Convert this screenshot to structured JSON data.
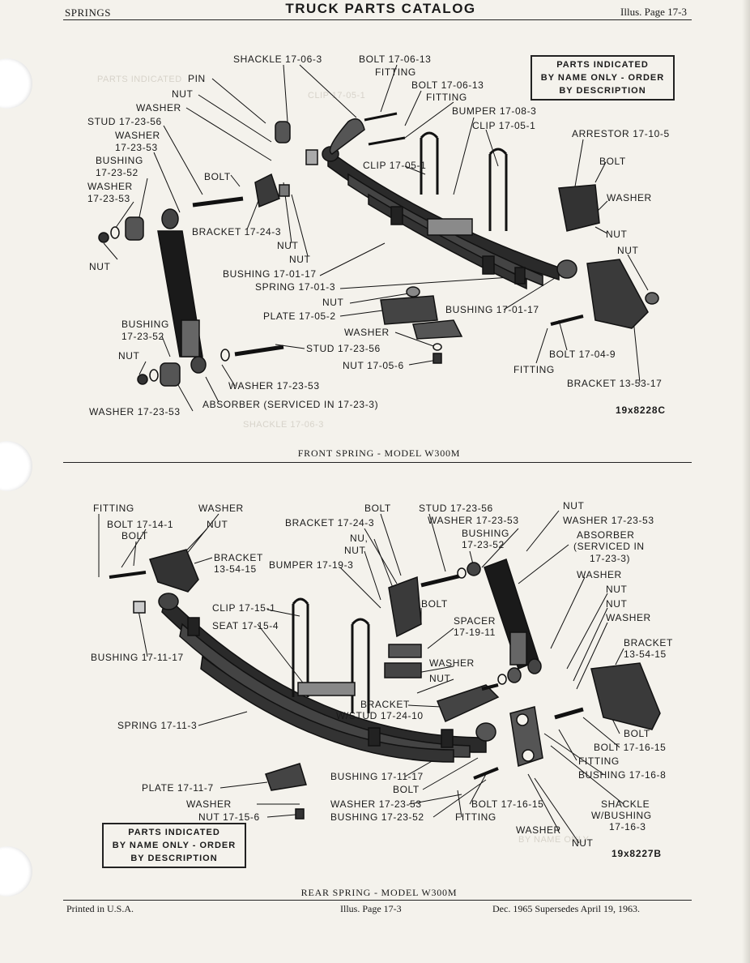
{
  "header": {
    "section": "SPRINGS",
    "title": "TRUCK PARTS CATALOG",
    "page": "Illus. Page 17-3"
  },
  "notice": {
    "line1": "PARTS INDICATED",
    "line2": "BY NAME ONLY - ORDER",
    "line3": "BY DESCRIPTION"
  },
  "front": {
    "caption": "FRONT SPRING - MODEL W300M",
    "figure_number": "19x8228C",
    "labels": {
      "shackle": "SHACKLE 17-06-3",
      "bolt_top": "BOLT 17-06-13",
      "fitting_top": "FITTING",
      "bolt_2": "BOLT 17-06-13",
      "fitting_2": "FITTING",
      "bumper": "BUMPER 17-08-3",
      "clip_a": "CLIP 17-05-1",
      "arrestor": "ARRESTOR 17-10-5",
      "pin": "PIN",
      "nut_a": "NUT",
      "washer_a": "WASHER",
      "stud_a": "STUD 17-23-56",
      "washer_b": "WASHER",
      "washer_b_num": "17-23-53",
      "bushing_a": "BUSHING",
      "bushing_a_num": "17-23-52",
      "washer_c": "WASHER",
      "washer_c_num": "17-23-53",
      "nut_left": "NUT",
      "bolt_mid": "BOLT",
      "bracket_a": "BRACKET 17-24-3",
      "nut_mid_1": "NUT",
      "nut_mid_2": "NUT",
      "clip_b": "CLIP 17-05-1",
      "bolt_right": "BOLT",
      "washer_right": "WASHER",
      "nut_right_1": "NUT",
      "nut_right_2": "NUT",
      "bushing_b": "BUSHING 17-01-17",
      "spring": "SPRING 17-01-3",
      "nut_plate": "NUT",
      "plate": "PLATE 17-05-2",
      "bushing_c": "BUSHING 17-01-17",
      "washer_d": "WASHER",
      "stud_b": "STUD 17-23-56",
      "nut_d": "NUT 17-05-6",
      "bushing_low": "BUSHING",
      "bushing_low_num": "17-23-52",
      "nut_low": "NUT",
      "washer_low": "WASHER 17-23-53",
      "washer_bottom": "WASHER 17-23-53",
      "absorber": "ABSORBER (SERVICED IN 17-23-3)",
      "bolt_r": "BOLT 17-04-9",
      "fitting_r": "FITTING",
      "bracket_r": "BRACKET 13-53-17"
    }
  },
  "rear": {
    "caption": "REAR SPRING - MODEL W300M",
    "figure_number": "19x8227B",
    "labels": {
      "fitting": "FITTING",
      "washer_a": "WASHER",
      "bolt_a": "BOLT 17-14-1",
      "bolt_b": "BOLT",
      "nut_a": "NUT",
      "bracket_a": "BRACKET",
      "bracket_a_num": "13-54-15",
      "bushing_a": "BUSHING 17-11-17",
      "bolt_top": "BOLT",
      "stud": "STUD 17-23-56",
      "nut_top": "NUT",
      "bracket_b": "BRACKET 17-24-3",
      "washer_b": "WASHER 17-23-53",
      "washer_c": "WASHER 17-23-53",
      "nut_b": "NU,",
      "nut_c": "NUT",
      "bushing_b": "BUSHING",
      "bushing_b_num": "17-23-52",
      "absorber": "ABSORBER",
      "absorber_2": "(SERVICED IN",
      "absorber_3": "17-23-3)",
      "bumper": "BUMPER 17-19-3",
      "washer_d": "WASHER",
      "nut_d": "NUT",
      "nut_e": "NUT",
      "washer_e": "WASHER",
      "clip": "CLIP 17-15-1",
      "seat": "SEAT 17-15-4",
      "bolt_c": "BOLT",
      "spacer": "SPACER",
      "spacer_num": "17-19-11",
      "bracket_c": "BRACKET",
      "bracket_c_num": "13-54-15",
      "washer_f": "WASHER",
      "nut_f": "NUT",
      "bracket_stud": "BRACKET",
      "bracket_stud_2": "W/STUD 17-24-10",
      "spring": "SPRING 17-11-3",
      "bolt_d": "BOLT",
      "bolt_e": "BOLT 17-16-15",
      "fitting_b": "FITTING",
      "bushing_c": "BUSHING 17-16-8",
      "bushing_d": "BUSHING 17-11-17",
      "bolt_f": "BOLT",
      "plate": "PLATE 17-11-7",
      "washer_g": "WASHER",
      "nut_g": "NUT 17-15-6",
      "washer_h": "WASHER 17-23-53",
      "bushing_e": "BUSHING 17-23-52",
      "bolt_g": "BOLT 17-16-15",
      "fitting_c": "FITTING",
      "shackle": "SHACKLE",
      "shackle_2": "W/BUSHING",
      "shackle_3": "17-16-3",
      "washer_i": "WASHER",
      "nut_h": "NUT"
    }
  },
  "footer": {
    "printed": "Printed in U.S.A.",
    "page": "Illus. Page 17-3",
    "date": "Dec. 1965 Supersedes April 19, 1963."
  }
}
